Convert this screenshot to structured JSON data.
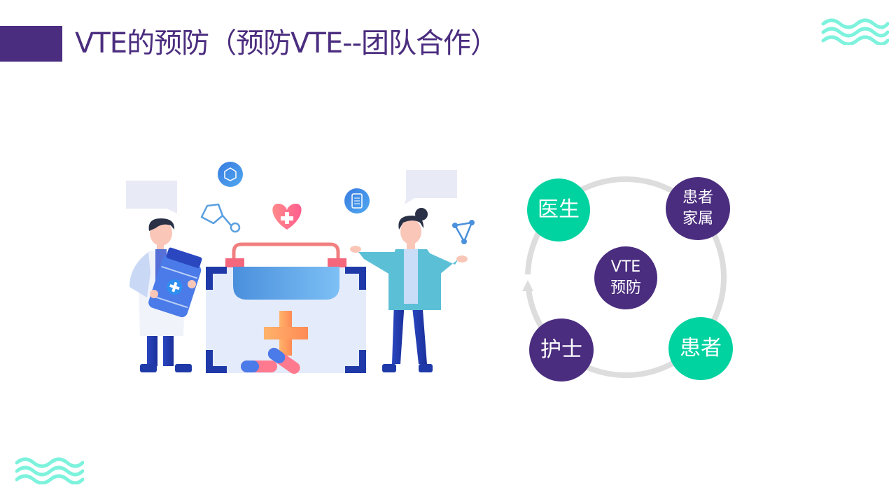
{
  "slide": {
    "title": "VTE的预防（预防VTE--团队合作）",
    "colors": {
      "purple": "#4b2d7f",
      "teal": "#00d2a0",
      "ring": "#dddddd",
      "wave": "#7df2dc"
    }
  },
  "diagram": {
    "center": {
      "line1": "VTE",
      "line2": "预防"
    },
    "nodes": [
      {
        "id": "doctor",
        "label": "医生",
        "color": "teal"
      },
      {
        "id": "family",
        "line1": "患者",
        "line2": "家属",
        "color": "purple"
      },
      {
        "id": "patient",
        "label": "患者",
        "color": "teal"
      },
      {
        "id": "nurse",
        "label": "护士",
        "color": "purple"
      }
    ]
  },
  "icons": {
    "illustration": "medical-team-illustration",
    "wave_top": "wave-decoration-icon",
    "wave_bottom": "wave-decoration-icon"
  }
}
